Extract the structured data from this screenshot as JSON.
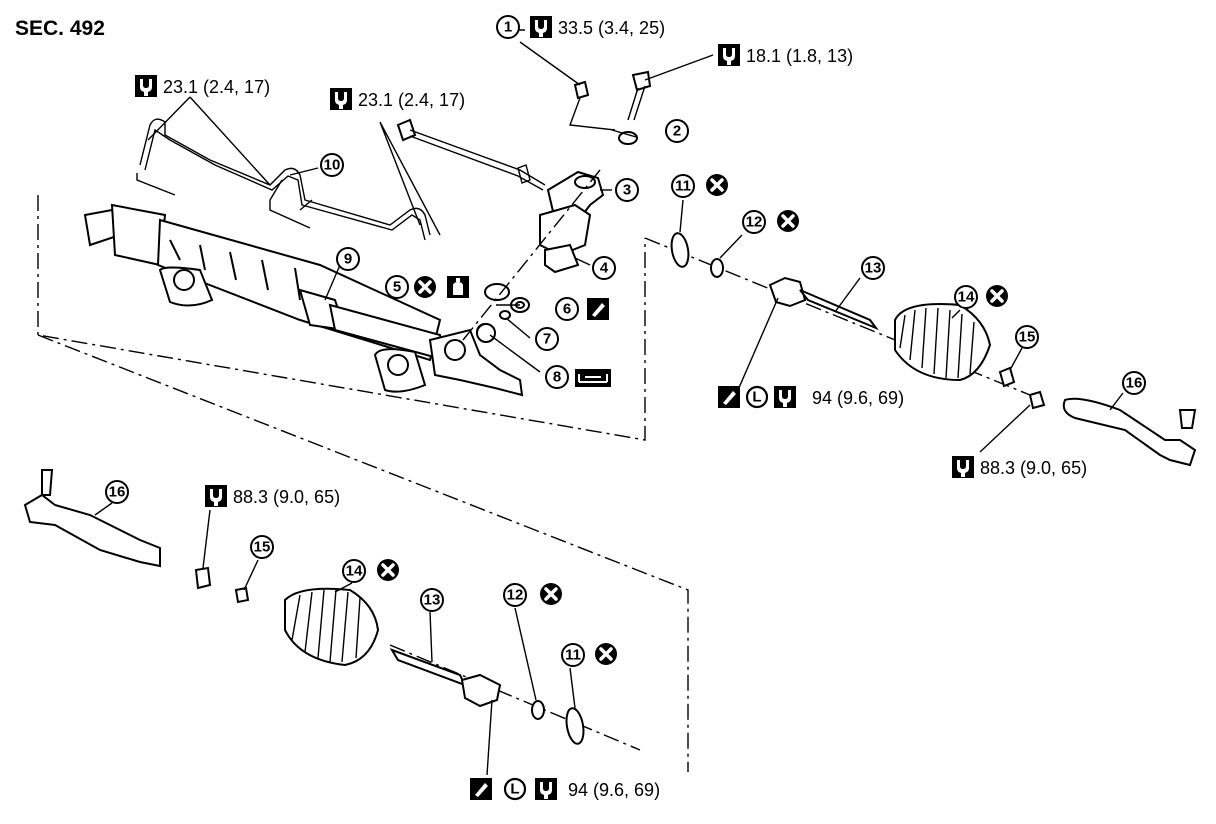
{
  "section_label": "SEC. 492",
  "torque_specs": {
    "t1": "33.5 (3.4, 25)",
    "t2": "18.1 (1.8, 13)",
    "t3": "23.1 (2.4, 17)",
    "t4": "23.1 (2.4, 17)",
    "t5": "94 (9.6, 69)",
    "t6": "88.3 (9.0, 65)",
    "t7": "88.3 (9.0, 65)",
    "t8": "94 (9.6, 69)"
  },
  "callouts": {
    "c1": "1",
    "c2": "2",
    "c3": "3",
    "c4": "4",
    "c5": "5",
    "c6": "6",
    "c7": "7",
    "c8": "8",
    "c9": "9",
    "c10": "10",
    "c11a": "11",
    "c12a": "12",
    "c13a": "13",
    "c14a": "14",
    "c15a": "15",
    "c16a": "16",
    "c11b": "11",
    "c12b": "12",
    "c13b": "13",
    "c14b": "14",
    "c15b": "15",
    "c16b": "16"
  },
  "symbols": {
    "lock_letter": "L",
    "icons": [
      "wrench-torque-icon",
      "do-not-reuse-icon",
      "grease-icon",
      "sealant-icon",
      "lock-sealant-icon",
      "measure-icon"
    ]
  }
}
